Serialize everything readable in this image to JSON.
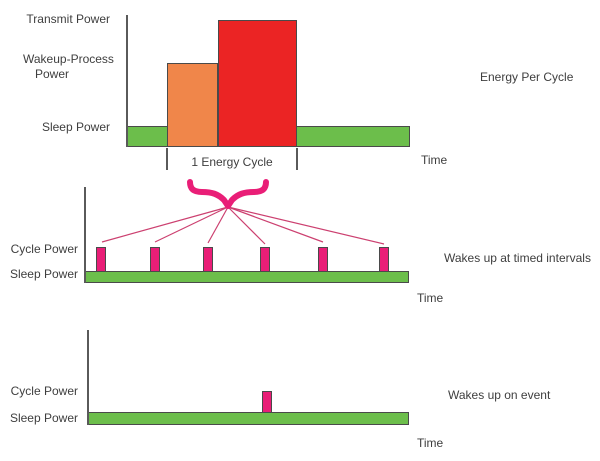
{
  "colors": {
    "green": "#6CBE4B",
    "orange": "#F0864A",
    "red": "#EB2424",
    "magenta": "#E91E77",
    "fan": "#CC4070",
    "outline": "#4A4A4A",
    "axis": "#5A5A5A",
    "text": "#3E3E3E"
  },
  "top": {
    "label_transmit": "Transmit Power",
    "label_wakeup_1": "Wakeup-Process",
    "label_wakeup_2": "Power",
    "label_sleep": "Sleep Power",
    "bracket_label": "1 Energy Cycle",
    "time_label": "Time",
    "caption": "Energy Per Cycle"
  },
  "middle": {
    "label_cycle": "Cycle Power",
    "label_sleep": "Sleep Power",
    "time_label": "Time",
    "caption": "Wakes up at timed intervals"
  },
  "bottom": {
    "label_cycle": "Cycle Power",
    "label_sleep": "Sleep Power",
    "time_label": "Time",
    "caption": "Wakes up on event"
  },
  "chart_data": [
    {
      "type": "area",
      "title": "Energy Per Cycle",
      "xlabel": "Time",
      "y_levels": [
        "Sleep Power",
        "Wakeup-Process Power",
        "Transmit Power"
      ],
      "sequence": [
        {
          "phase": "sleep",
          "level": "Sleep Power",
          "color": "green"
        },
        {
          "phase": "wakeup-process",
          "level": "Wakeup-Process Power",
          "color": "orange"
        },
        {
          "phase": "transmit",
          "level": "Transmit Power",
          "color": "red"
        },
        {
          "phase": "sleep",
          "level": "Sleep Power",
          "color": "green"
        }
      ],
      "annotation": "1 Energy Cycle"
    },
    {
      "type": "bar",
      "title": "Wakes up at timed intervals",
      "xlabel": "Time",
      "y_levels": [
        "Sleep Power",
        "Cycle Power"
      ],
      "wakeup_pulses": 6,
      "pattern": "periodic"
    },
    {
      "type": "bar",
      "title": "Wakes up on event",
      "xlabel": "Time",
      "y_levels": [
        "Sleep Power",
        "Cycle Power"
      ],
      "wakeup_pulses": 1,
      "pattern": "event-driven"
    }
  ]
}
